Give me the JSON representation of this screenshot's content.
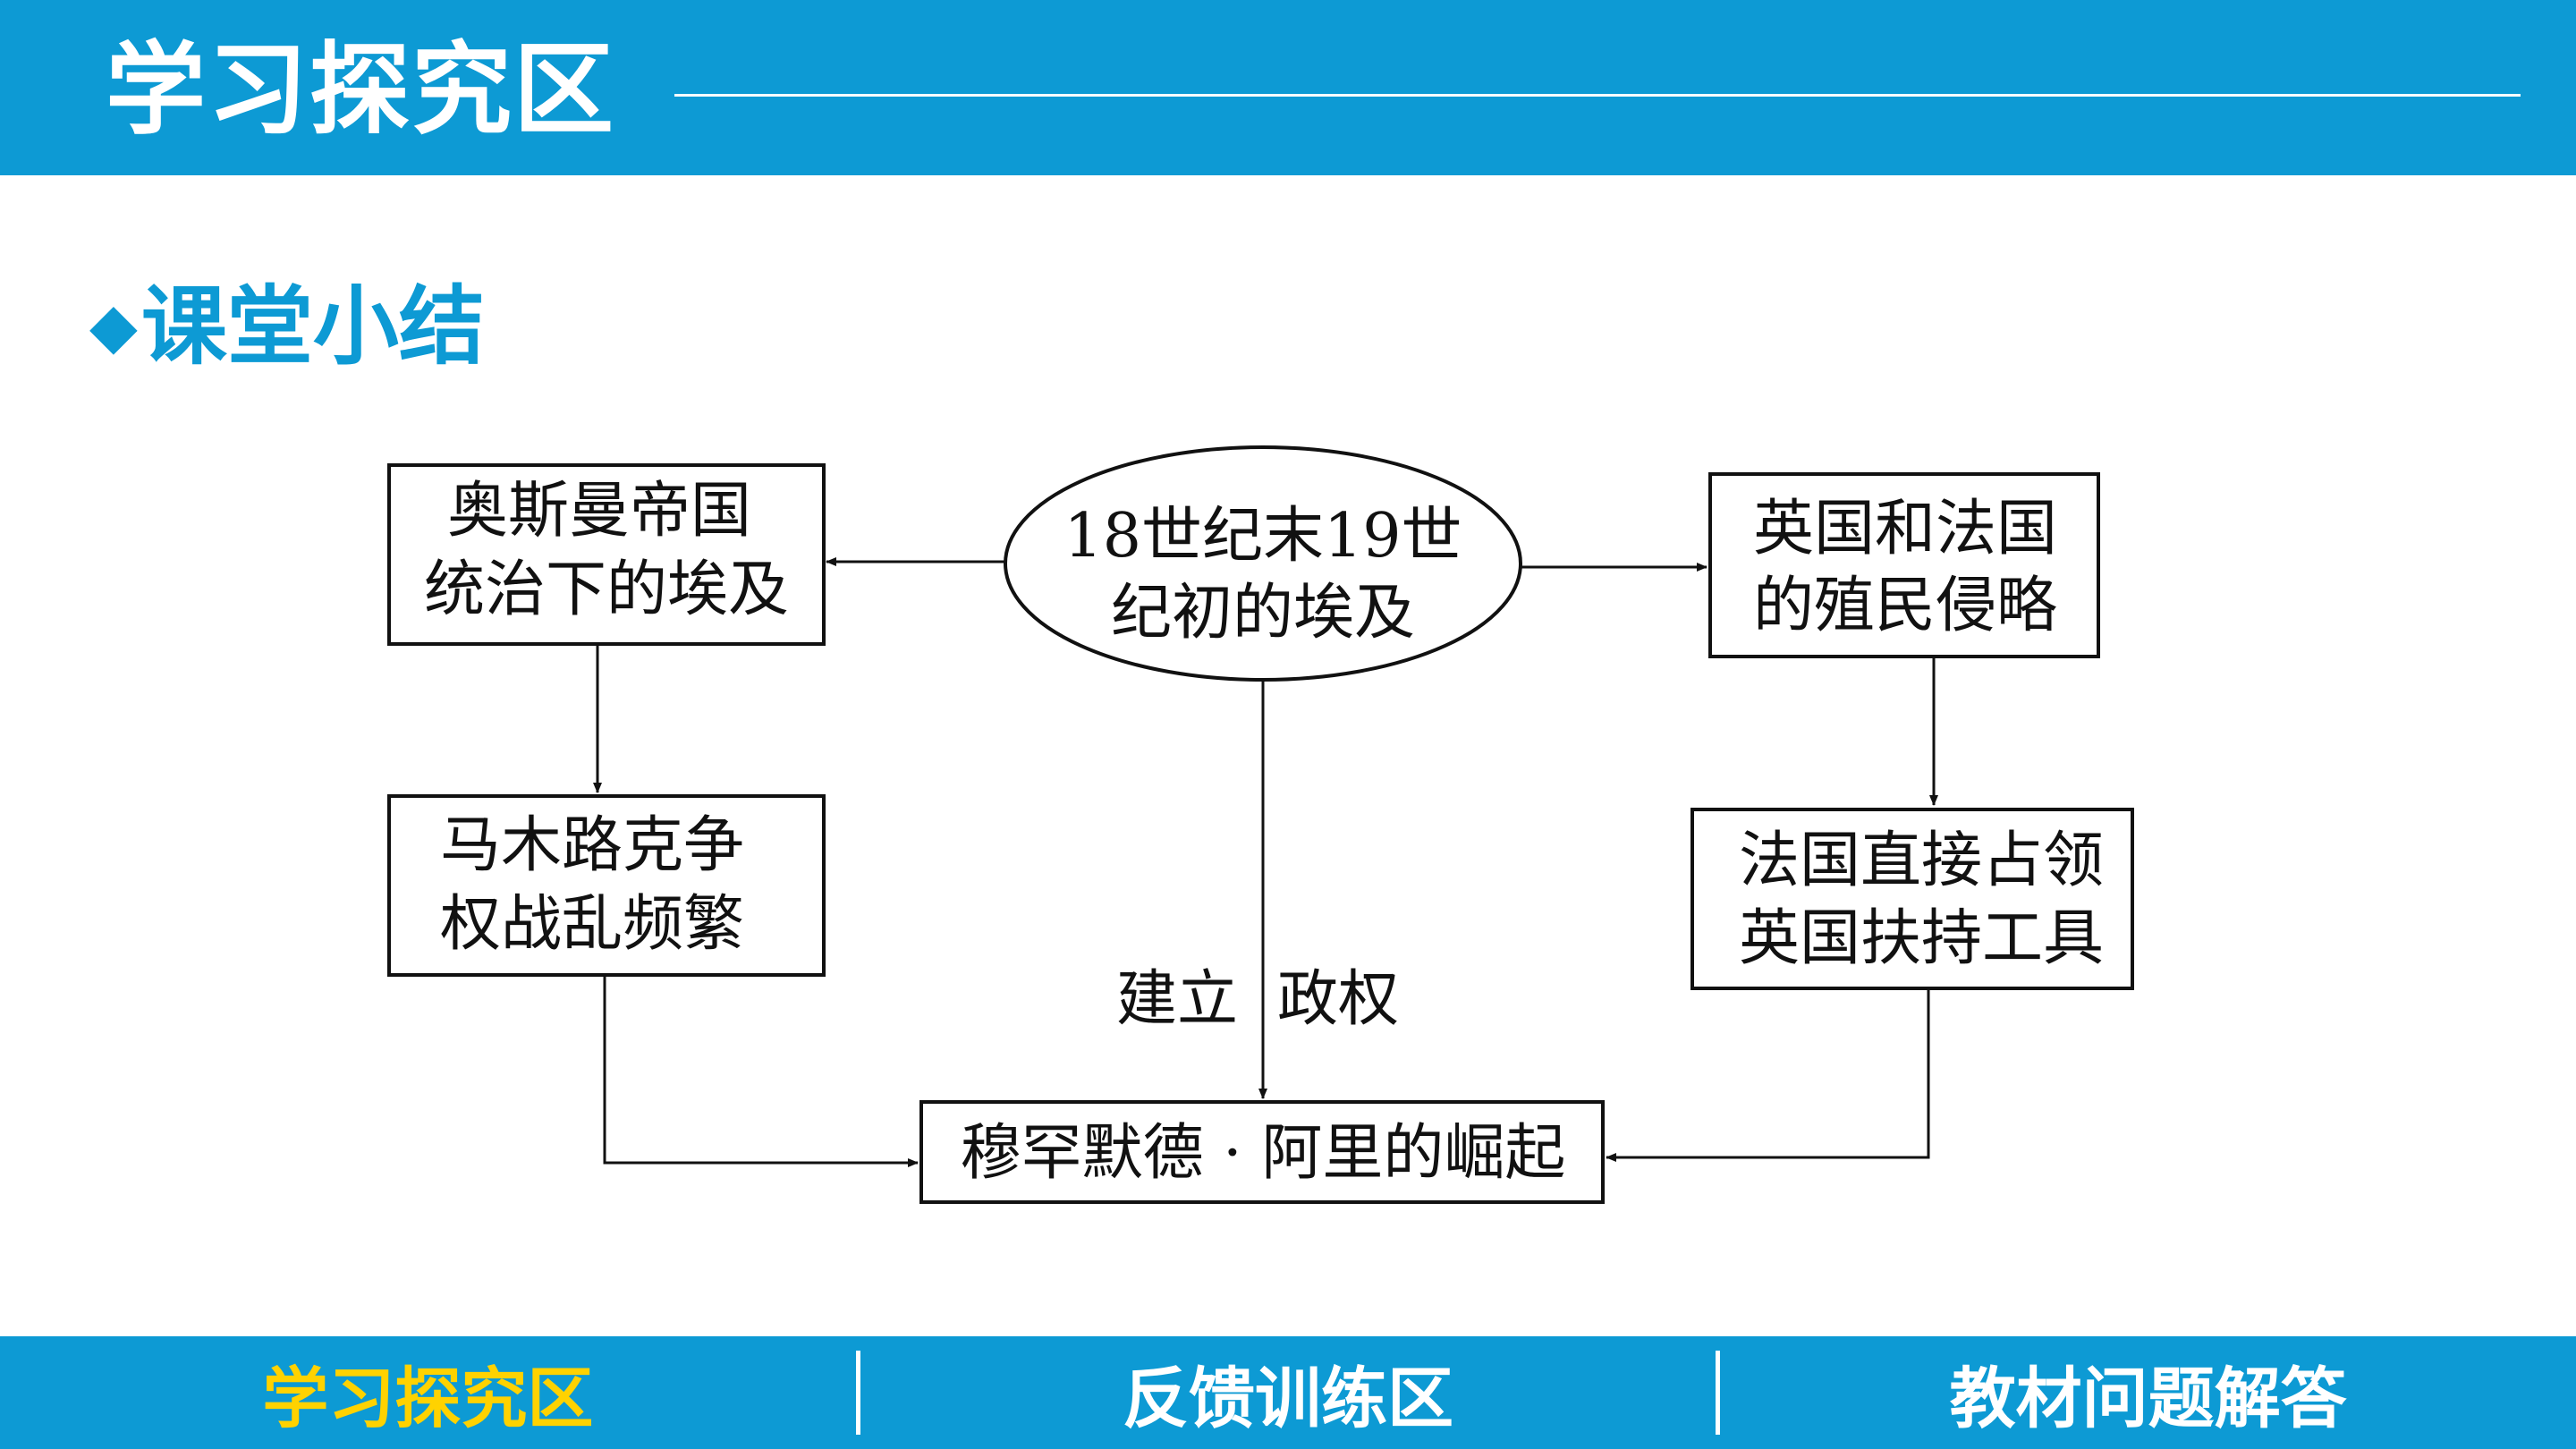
{
  "header": {
    "title": "学习探究区"
  },
  "section": {
    "marker": "◆",
    "title": "课堂小结"
  },
  "diagram": {
    "center": {
      "line1": "18世纪末19世",
      "line2": "纪初的埃及"
    },
    "ottoman": {
      "line1": "奥斯曼帝国",
      "line2": "统治下的埃及"
    },
    "mamluk": {
      "line1": "马木路克争",
      "line2": "权战乱频繁"
    },
    "colonial": {
      "line1": "英国和法国",
      "line2": "的殖民侵略"
    },
    "occupation": {
      "line1": "法国直接占领",
      "line2": "英国扶持工具"
    },
    "rise": {
      "label": "穆罕默德 · 阿里的崛起"
    },
    "edge_label_left": "建立",
    "edge_label_right": "政权"
  },
  "footer": {
    "tabs": [
      "学习探究区",
      "反馈训练区",
      "教材问题解答"
    ],
    "active_index": 0
  },
  "colors": {
    "accent": "#0d9ad4",
    "active_tab": "#ffd200"
  }
}
